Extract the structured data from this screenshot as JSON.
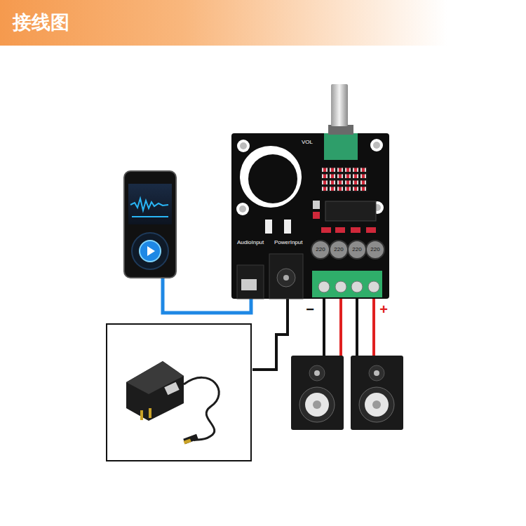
{
  "diagram": {
    "title": "接线图",
    "nodes": [
      {
        "text": [
          "VOL",
          "AudioInput",
          "PowerInput"
        ]
      }
    ],
    "labels": [
      "220",
      "220",
      "220",
      "220",
      "−",
      "+"
    ]
  }
}
